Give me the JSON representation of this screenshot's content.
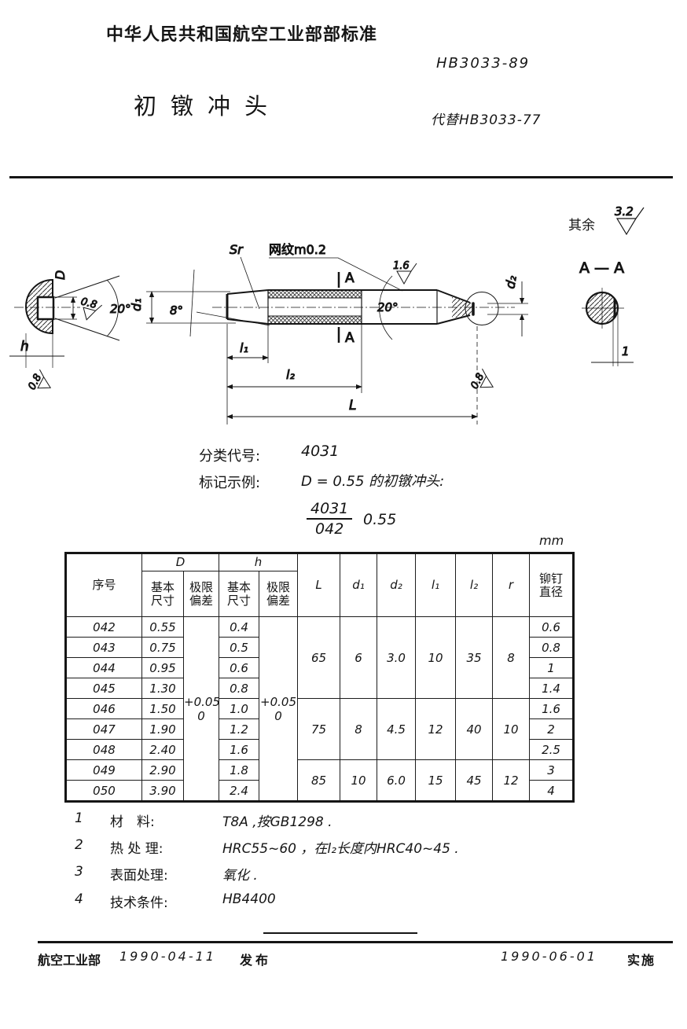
{
  "header": {
    "org": "中华人民共和国航空工业部部标准",
    "code": "HB3033-89",
    "title": "初镦冲头",
    "replaces": "代替HB3033-77"
  },
  "drawing": {
    "rest_label": "其余",
    "rest_value": "3.2",
    "section_title": "A — A",
    "labels": {
      "sr": "Sr",
      "knurl": "网纹m0.2",
      "angle8": "8°",
      "angle20_head": "20°",
      "angle20_tip": "20°",
      "dim_D": "D",
      "dim_h": "h",
      "dim_d1": "d₁",
      "dim_d2": "d₂",
      "dim_l1": "l₁",
      "dim_l2": "l₂",
      "dim_L": "L",
      "r08_cone": "0.8",
      "r08_head_bottom": "0.8",
      "r08_tip": "0.8",
      "r16": "1.6",
      "a_mark": "A",
      "chord_depth": "1"
    }
  },
  "classification": {
    "label": "分类代号:",
    "value": "4031"
  },
  "marking": {
    "label": "标记示例:",
    "example": "D = 0.55 的初镦冲头:",
    "frac_num": "4031",
    "frac_den": "042",
    "suffix": "0.55"
  },
  "table": {
    "unit": "mm",
    "col_xuhao": "序号",
    "col_D": "D",
    "col_h": "h",
    "col_basic": "基本\n尺寸",
    "col_dev": "极限\n偏差",
    "col_L": "L",
    "col_d1": "d₁",
    "col_d2": "d₂",
    "col_l1": "l₁",
    "col_l2": "l₂",
    "col_r": "r",
    "col_rivet": "铆钉\n直径",
    "D_dev": "+0.05\n0",
    "h_dev": "+0.05\n0",
    "rows": [
      {
        "no": "042",
        "D": "0.55",
        "h": "0.4",
        "rivet": "0.6"
      },
      {
        "no": "043",
        "D": "0.75",
        "h": "0.5",
        "rivet": "0.8"
      },
      {
        "no": "044",
        "D": "0.95",
        "h": "0.6",
        "rivet": "1"
      },
      {
        "no": "045",
        "D": "1.30",
        "h": "0.8",
        "rivet": "1.4"
      },
      {
        "no": "046",
        "D": "1.50",
        "h": "1.0",
        "rivet": "1.6"
      },
      {
        "no": "047",
        "D": "1.90",
        "h": "1.2",
        "rivet": "2"
      },
      {
        "no": "048",
        "D": "2.40",
        "h": "1.6",
        "rivet": "2.5"
      },
      {
        "no": "049",
        "D": "2.90",
        "h": "1.8",
        "rivet": "3"
      },
      {
        "no": "050",
        "D": "3.90",
        "h": "2.4",
        "rivet": "4"
      }
    ],
    "groups": [
      {
        "L": "65",
        "d1": "6",
        "d2": "3.0",
        "l1": "10",
        "l2": "35",
        "r": "8"
      },
      {
        "L": "75",
        "d1": "8",
        "d2": "4.5",
        "l1": "12",
        "l2": "40",
        "r": "10"
      },
      {
        "L": "85",
        "d1": "10",
        "d2": "6.0",
        "l1": "15",
        "l2": "45",
        "r": "12"
      }
    ]
  },
  "notes": [
    {
      "no": "1",
      "label": "材　料:",
      "text": "T8A ,按GB1298 ."
    },
    {
      "no": "2",
      "label": "热 处 理:",
      "text": "HRC55~60 ，在l₂长度内HRC40~45 ."
    },
    {
      "no": "3",
      "label": "表面处理:",
      "text": "氧化 ."
    },
    {
      "no": "4",
      "label": "技术条件:",
      "text": "HB4400"
    }
  ],
  "footer": {
    "org": "航空工业部",
    "release_date": "1990-04-11",
    "release_word": "发布",
    "impl_date": "1990-06-01",
    "impl_word": "实施"
  }
}
